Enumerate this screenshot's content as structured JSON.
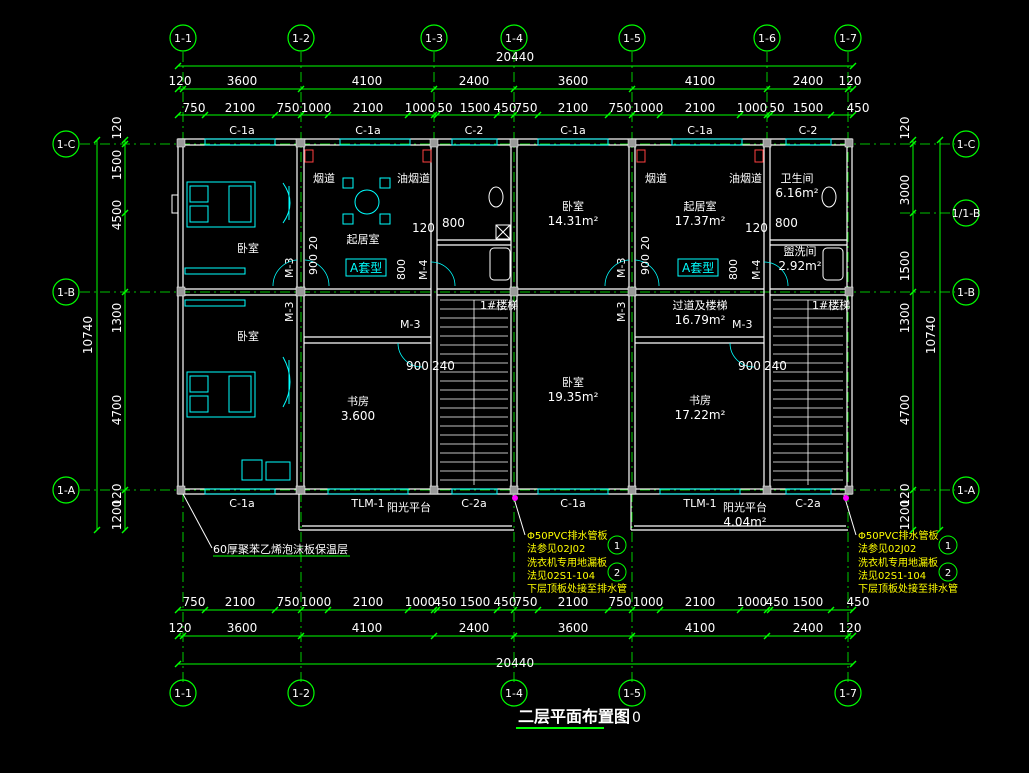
{
  "colors": {
    "background": "#000000",
    "wall": "#ffffff",
    "dim": "#00ff00",
    "axis": "#00ff00",
    "text": "#ffffff",
    "cyan": "#00ffff",
    "red": "#ff4040",
    "magenta": "#ff00ff",
    "yellow": "#ffff00"
  },
  "drawing_title": "二层平面布置图",
  "drawing_title_suffix": "0",
  "axes": {
    "top": [
      "1-1",
      "1-2",
      "1-3",
      "1-4",
      "1-5",
      "1-6",
      "1-7"
    ],
    "bottom": [
      "1-1",
      "1-2",
      "1-4",
      "1-5",
      "1-7"
    ],
    "left": [
      "1-C",
      "1-B",
      "1-A"
    ],
    "right": [
      "1-C",
      "1/1-B",
      "1-B",
      "1-A"
    ]
  },
  "dims_top": {
    "total": "20440",
    "row2": [
      "120",
      "3600",
      "4100",
      "2400",
      "3600",
      "4100",
      "2400",
      "120"
    ],
    "row3": [
      "750",
      "2100",
      "750",
      "1000",
      "2100",
      "1000",
      "50",
      "1500",
      "450",
      "750",
      "2100",
      "750",
      "1000",
      "2100",
      "1000",
      "50",
      "1500",
      "450"
    ]
  },
  "dims_bottom": {
    "total": "20440",
    "row2": [
      "120",
      "3600",
      "4100",
      "2400",
      "3600",
      "4100",
      "2400",
      "120"
    ],
    "row1": [
      "750",
      "2100",
      "750",
      "1000",
      "2100",
      "1000",
      "450",
      "1500",
      "450",
      "750",
      "2100",
      "750",
      "1000",
      "2100",
      "1000",
      "450",
      "1500",
      "450"
    ]
  },
  "dims_left": {
    "total": "10740",
    "inner": [
      "120",
      "1500",
      "4500",
      "1300",
      "4700",
      "120",
      "1200"
    ]
  },
  "dims_right": {
    "total": "10740",
    "inner": [
      "120",
      "3000",
      "1500",
      "1300",
      "4700",
      "120",
      "1200"
    ]
  },
  "windows_top": [
    "C-1a",
    "C-1a",
    "C-2",
    "C-1a",
    "C-1a",
    "C-2"
  ],
  "windows_bottom": [
    "C-1a",
    "TLM-1",
    "C-2a",
    "C-1a",
    "TLM-1",
    "C-2a"
  ],
  "rooms": [
    {
      "name": "卧室",
      "area": ""
    },
    {
      "name": "卧室",
      "area": ""
    },
    {
      "name": "起居室",
      "area": ""
    },
    {
      "name": "书房",
      "area": "3.600"
    },
    {
      "name": "卧室",
      "area": "14.31m²"
    },
    {
      "name": "卧室",
      "area": "19.35m²"
    },
    {
      "name": "起居室",
      "area": "17.37m²"
    },
    {
      "name": "过道及楼梯",
      "area": "16.79m²"
    },
    {
      "name": "书房",
      "area": "17.22m²"
    },
    {
      "name": "卫生间",
      "area": "6.16m²"
    },
    {
      "name": "盥洗间",
      "area": "2.92m²"
    },
    {
      "name": "阳光平台",
      "area": ""
    },
    {
      "name": "阳光平台",
      "area": "4.04m²"
    }
  ],
  "labels": {
    "flue": "烟道",
    "oil": "油烟道",
    "suite_a": "A套型",
    "stair": "1#楼梯",
    "m3": "M-3",
    "m4": "M-4",
    "d800": "800",
    "d120": "120",
    "d900": "900",
    "d240": "240",
    "d20": "20"
  },
  "notes": {
    "insulation": "60厚聚苯乙烯泡沫板保温层",
    "pipe1": "Φ50PVC排水管板",
    "pipe1b": "法参见02J02",
    "pipe2": "洗衣机专用地漏板",
    "pipe2b": "法见02S1-104",
    "pipe2c": "下层顶板处接至排水管",
    "ref1": "1",
    "ref2": "2"
  }
}
